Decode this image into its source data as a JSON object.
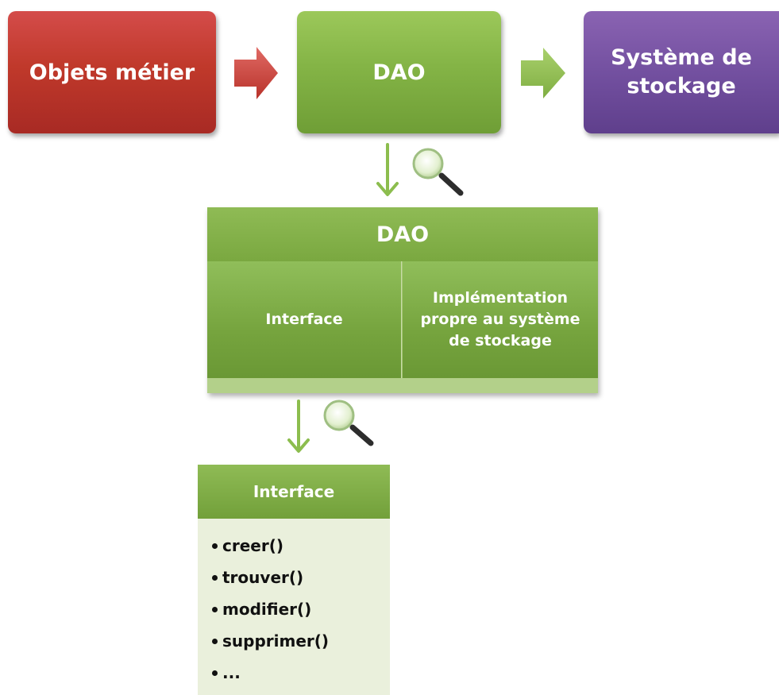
{
  "top_row": {
    "business_objects": "Objets métier",
    "dao": "DAO",
    "storage_line1": "Système de",
    "storage_line2": "stockage"
  },
  "dao_panel": {
    "title": "DAO",
    "left_cell": "Interface",
    "right_cell_line1": "Implémentation",
    "right_cell_line2": "propre au système",
    "right_cell_line3": "de stockage"
  },
  "interface_panel": {
    "title": "Interface",
    "methods": [
      "creer()",
      "trouver()",
      "modifier()",
      "supprimer()",
      "..."
    ]
  },
  "colors": {
    "red": "#c0392b",
    "green": "#84b446",
    "purple": "#7350a0",
    "arrow_green": "#8cbd4e"
  },
  "icons": [
    "arrow-right-icon",
    "arrow-down-icon",
    "magnifier-icon"
  ]
}
